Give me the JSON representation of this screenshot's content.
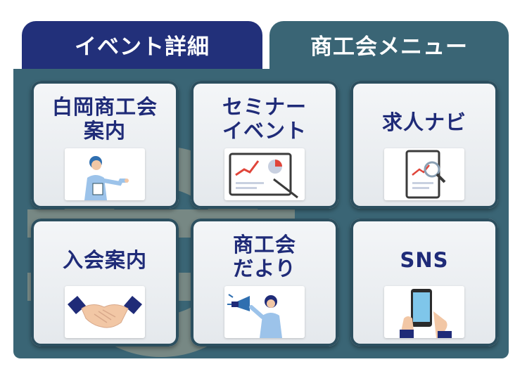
{
  "tabs": [
    {
      "label": "イベント詳細"
    },
    {
      "label": "商工会メニュー"
    }
  ],
  "menu": [
    {
      "line1": "白岡商工会",
      "line2": "案内",
      "icon": "person-presenting-icon"
    },
    {
      "line1": "セミナー",
      "line2": "イベント",
      "icon": "presentation-chart-icon"
    },
    {
      "line1": "求人ナビ",
      "line2": "",
      "icon": "document-search-icon"
    },
    {
      "line1": "入会案内",
      "line2": "",
      "icon": "handshake-icon"
    },
    {
      "line1": "商工会",
      "line2": "だより",
      "icon": "megaphone-person-icon"
    },
    {
      "line1": "SNS",
      "line2": "",
      "icon": "smartphone-icon"
    }
  ],
  "colors": {
    "tab_event": "#22307a",
    "tab_menu": "#3a6575",
    "label_text": "#1f2b78",
    "card_border": "#2c4f5f"
  }
}
